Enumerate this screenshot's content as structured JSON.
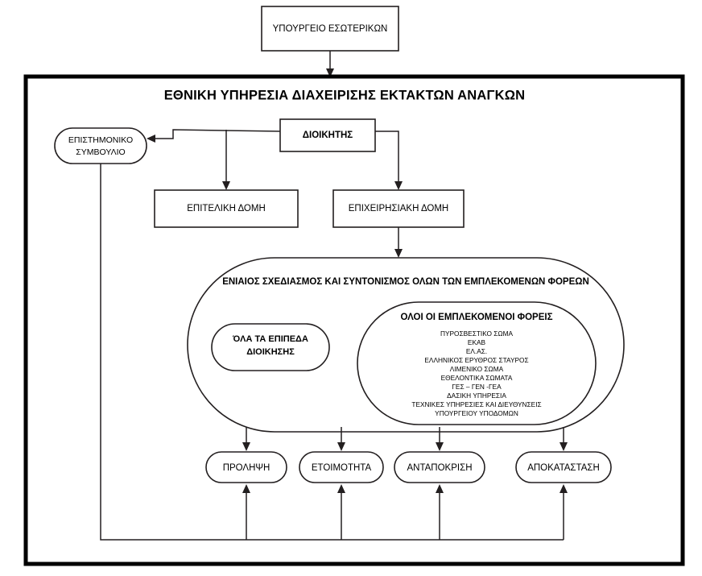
{
  "diagram": {
    "title": "ΕΘΝΙΚΗ ΥΠΗΡΕΣΙΑ ΔΙΑΧΕΙΡΙΣΗΣ ΕΚΤΑΚΤΩΝ ΑΝΑΓΚΩΝ",
    "ministry": "ΥΠΟΥΡΓΕΙΟ ΕΣΩΤΕΡΙΚΩΝ",
    "council_line1": "ΕΠΙΣΤΗΜΟΝΙΚΟ",
    "council_line2": "ΣΥΜΒΟΥΛΙΟ",
    "commander": "ΔΙΟΙΚΗΤΗΣ",
    "staff_structure": "ΕΠΙΤΕΛΙΚΗ ΔΟΜΗ",
    "operational_structure": "ΕΠΙΧΕΙΡΗΣΙΑΚΗ ΔΟΜΗ",
    "coordination_band": "ΕΝΙΑΙΟΣ ΣΧΕΔΙΑΣΜΟΣ ΚΑΙ ΣΥΝΤΟΝΙΣΜΟΣ ΟΛΩΝ ΤΩΝ ΕΜΠΛΕΚΟΜΕΝΩΝ ΦΟΡΕΩΝ",
    "levels_line1": "ΌΛΑ ΤΑ ΕΠΙΠΕΔΑ",
    "levels_line2": "ΔΙΟΙΚΗΣΗΣ",
    "agencies_title": "ΟΛΟΙ ΟΙ ΕΜΠΛΕΚΟΜΕΝΟΙ ΦΟΡΕΙΣ",
    "agencies": [
      "ΠΥΡΟΣΒΕΣΤΙΚΟ ΣΩΜΑ",
      "ΕΚΑΒ",
      "ΕΛ.ΑΣ.",
      "ΕΛΛΗΝΙΚΟΣ ΕΡΥΘΡΟΣ ΣΤΑΥΡΟΣ",
      "ΛΙΜΕΝΙΚΟ ΣΩΜΑ",
      "ΕΘΕΛΟΝΤΙΚΑ ΣΩΜΑΤΑ",
      "ΓΕΣ – ΓΕΝ -ΓΕΑ",
      "ΔΑΣΙΚΗ ΥΠΗΡΕΣΙΑ",
      "ΤΕΧΝΙΚΕΣ ΥΠΗΡΕΣΙΕΣ ΚΑΙ ΔΙΕΥΘΥΝΣΕΙΣ",
      "ΥΠΟΥΡΓΕΙΟΥ ΥΠΟΔΟΜΩΝ"
    ],
    "phases": [
      "ΠΡΟΛΗΨΗ",
      "ΕΤΟΙΜΟΤΗΤΑ",
      "ΑΝΤΑΠΟΚΡΙΣΗ",
      "ΑΠΟΚΑΤΑΣΤΑΣΗ"
    ],
    "colors": {
      "stroke": "#231f20",
      "frame": "#000000",
      "background": "#ffffff",
      "text": "#000000"
    }
  }
}
